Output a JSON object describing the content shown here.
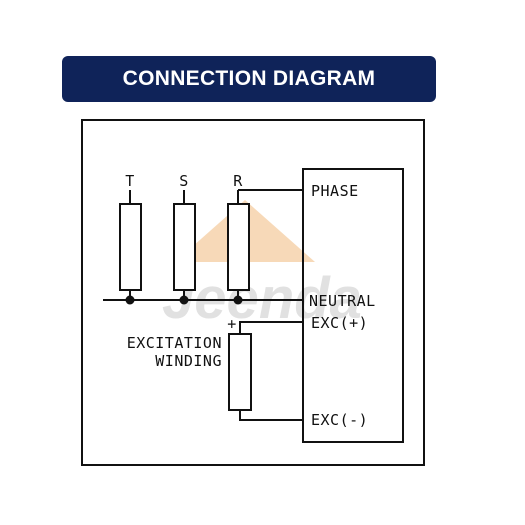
{
  "header": {
    "title": "CONNECTION DIAGRAM"
  },
  "diagram": {
    "phase_terminals": [
      "T",
      "S",
      "R"
    ],
    "regulator_terminals": {
      "phase": "PHASE",
      "neutral": "NEUTRAL",
      "exc_plus": "EXC(+)",
      "exc_minus": "EXC(-)"
    },
    "excitation_label_line1": "EXCITATION",
    "excitation_label_line2": "WINDING",
    "plus_sign": "+"
  },
  "watermark": {
    "text": "Jeenda"
  },
  "colors": {
    "banner_bg": "#0f2359",
    "banner_text": "#ffffff",
    "line": "#111111",
    "watermark": "#d8d8d8",
    "watermark_roof": "#f3c99a"
  }
}
